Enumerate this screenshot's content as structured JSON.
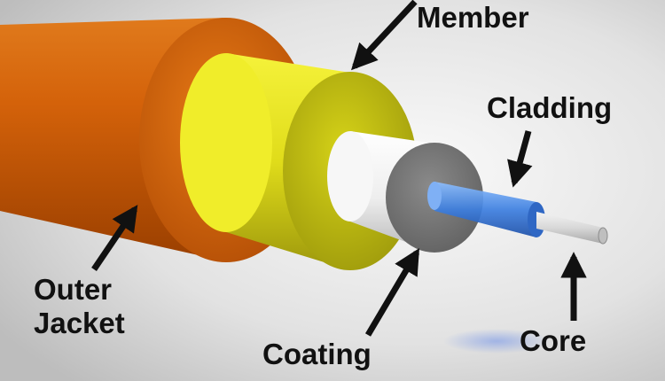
{
  "labels": {
    "member": "Member",
    "cladding": "Cladding",
    "outer_jacket_line1": "Outer",
    "outer_jacket_line2": "Jacket",
    "coating": "Coating",
    "core": "Core"
  },
  "colors": {
    "background": "#e6e6e6",
    "outer_jacket": "#d4620a",
    "strength_member": "#e3e21c",
    "coating": "#f2f2f2",
    "cladding": "#3d7fe0",
    "core": "#d8d8d8",
    "arrow": "#111111"
  }
}
